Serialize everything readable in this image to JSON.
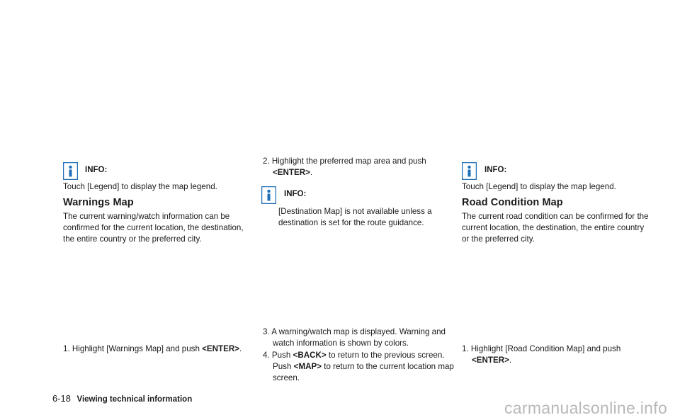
{
  "col1": {
    "info_label": "INFO:",
    "info_text": "Touch [Legend] to display the map legend.",
    "heading": "Warnings Map",
    "paragraph": "The current warning/watch information can be confirmed for the current location, the destination, the entire country or the preferred city.",
    "step1_prefix": "1. Highlight [Warnings Map] and push",
    "step1_key": "<ENTER>",
    "step1_suffix": "."
  },
  "col2": {
    "step2_prefix": "2. Highlight the preferred map area and push",
    "step2_key": "<ENTER>",
    "step2_suffix": ".",
    "info_label": "INFO:",
    "info_text": "[Destination Map] is not available unless a destination is set for the route guidance.",
    "step3": "3. A warning/watch map is displayed. Warning and watch information is shown by colors.",
    "step4_a": "4. Push",
    "step4_key1": "<BACK>",
    "step4_b": "to return to the previous screen. Push",
    "step4_key2": "<MAP>",
    "step4_c": "to return to the current location map screen."
  },
  "col3": {
    "info_label": "INFO:",
    "info_text": "Touch [Legend] to display the map legend.",
    "heading": "Road Condition Map",
    "paragraph": "The current road condition can be confirmed for the current location, the destination, the entire country or the preferred city.",
    "step1_prefix": "1. Highlight [Road Condition Map] and push",
    "step1_key": "<ENTER>",
    "step1_suffix": "."
  },
  "footer": {
    "page_number": "6-18",
    "section_title": "Viewing technical information"
  },
  "watermark": "carmanualsonline.info",
  "colors": {
    "icon_blue": "#1f6fb8",
    "text": "#1a1a1a",
    "watermark": "#b8b8b8"
  }
}
